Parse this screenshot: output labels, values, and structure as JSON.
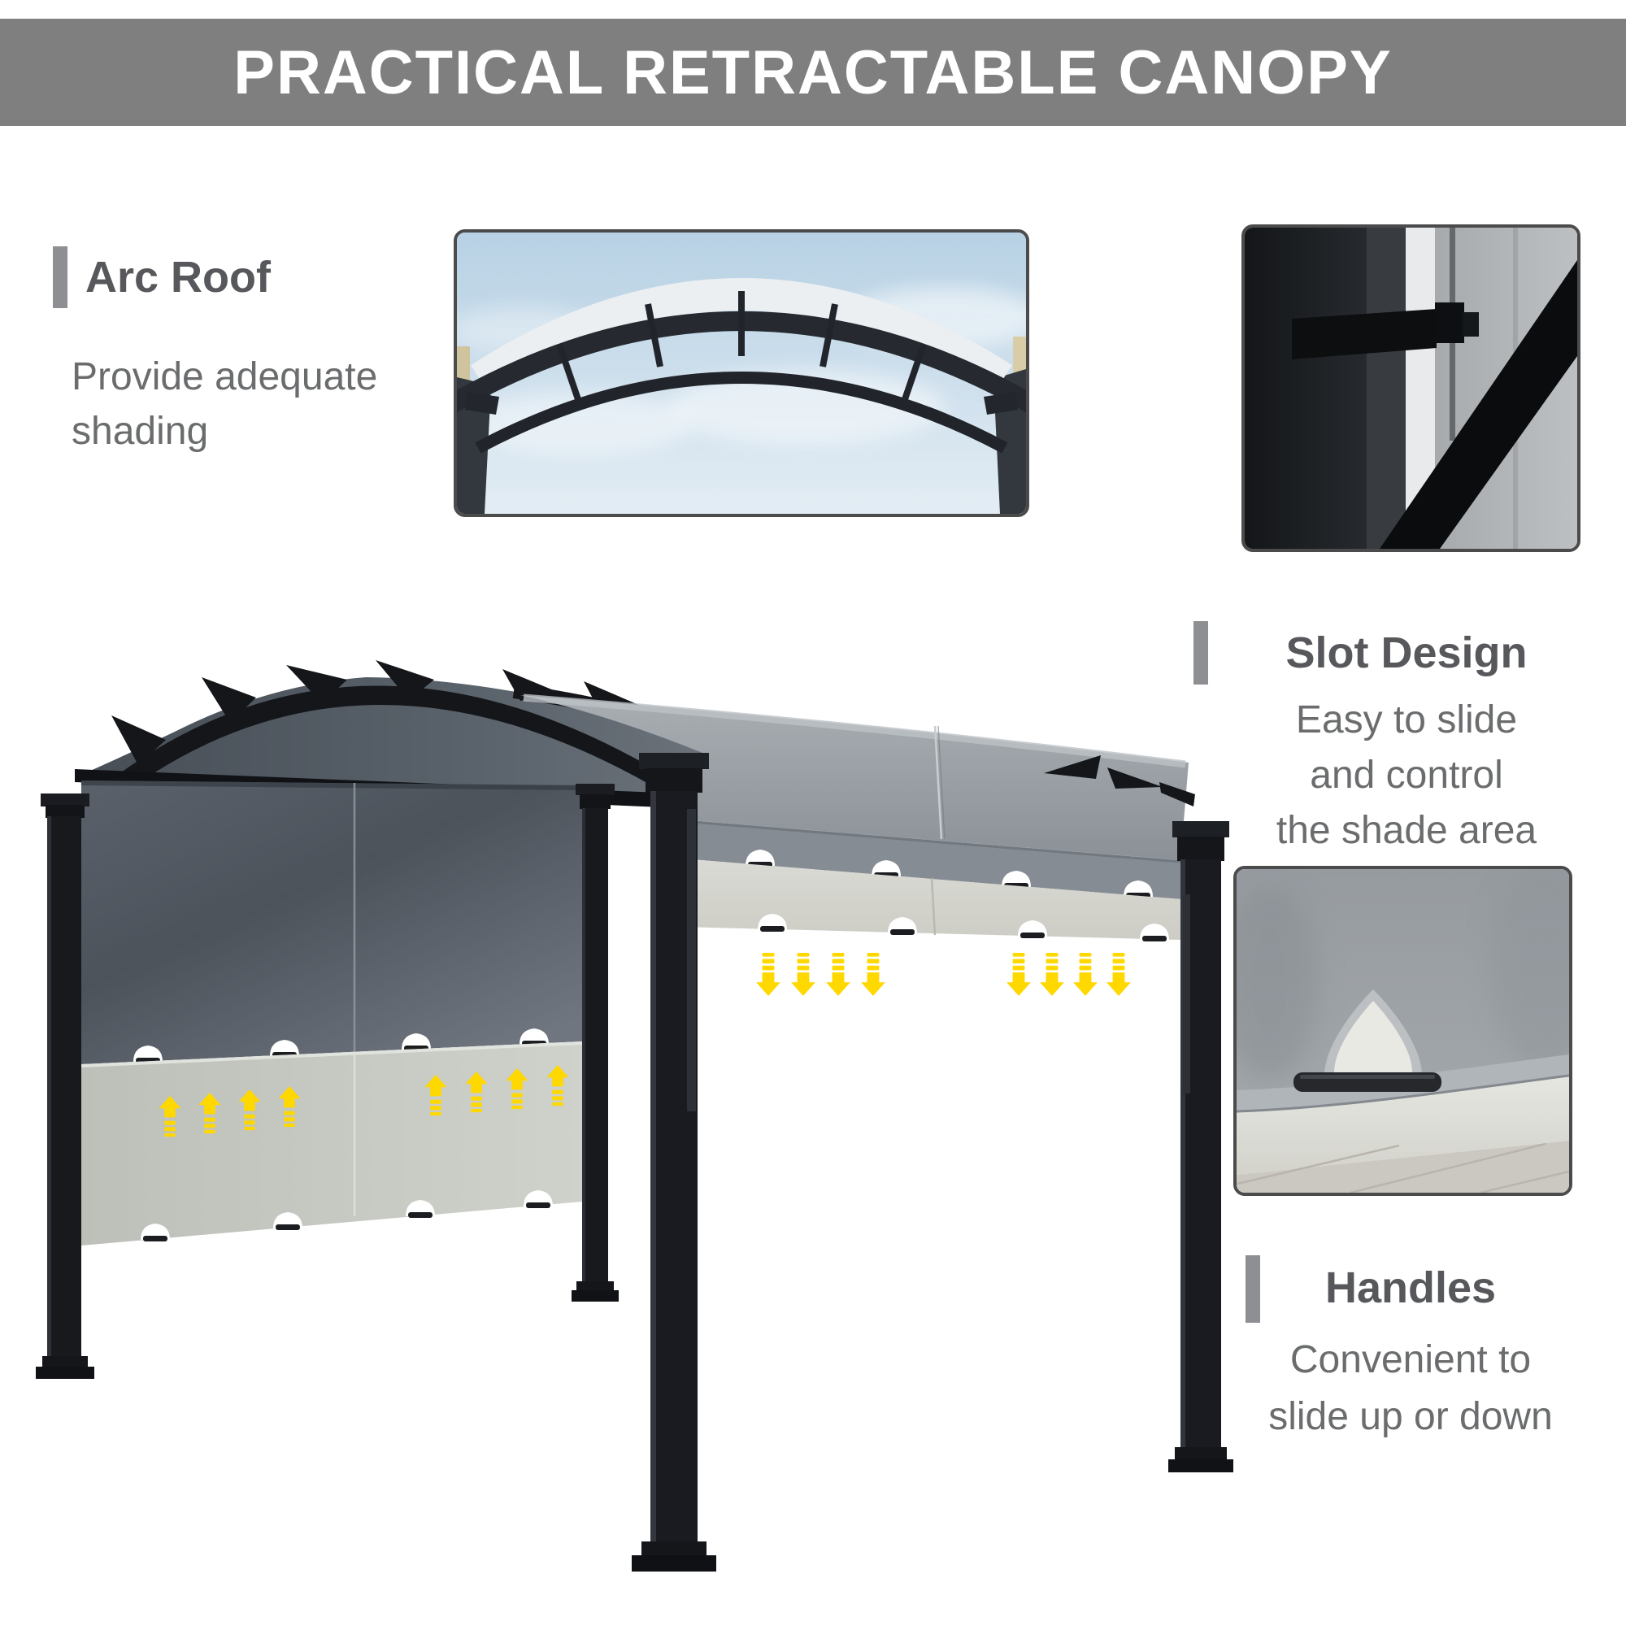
{
  "banner": {
    "text": "PRACTICAL RETRACTABLE CANOPY",
    "bg_color": "#7f7f7f",
    "text_color": "#ffffff"
  },
  "features": [
    {
      "id": "arc-roof",
      "title": "Arc Roof",
      "lines": [
        "Provide adequate",
        "shading"
      ]
    },
    {
      "id": "slot-design",
      "title": "Slot Design",
      "lines": [
        "Easy to slide",
        "and control",
        "the shade area"
      ]
    },
    {
      "id": "handles",
      "title": "Handles",
      "lines": [
        "Convenient to",
        "slide up or down"
      ]
    }
  ],
  "illustration": {
    "description_names": [
      "arc-roof-photo",
      "slot-detail-photo",
      "handle-detail-photo",
      "pergola-illustration"
    ],
    "up_arrow_groups": 2,
    "up_arrows_per_group": 4,
    "down_arrow_groups": 2,
    "down_arrows_per_group": 4,
    "arrow_color": "#ffd800"
  },
  "colors": {
    "accent_bar": "#8d8f92",
    "title_text": "#56585b",
    "body_text": "#6a6c6e",
    "frame_black": "#15171b",
    "canopy_light_gray": "#989ea4",
    "curtain_dark_gray": "#545b63",
    "panel_light": "#c8cac4",
    "sky_blue": "#c3dbea"
  }
}
